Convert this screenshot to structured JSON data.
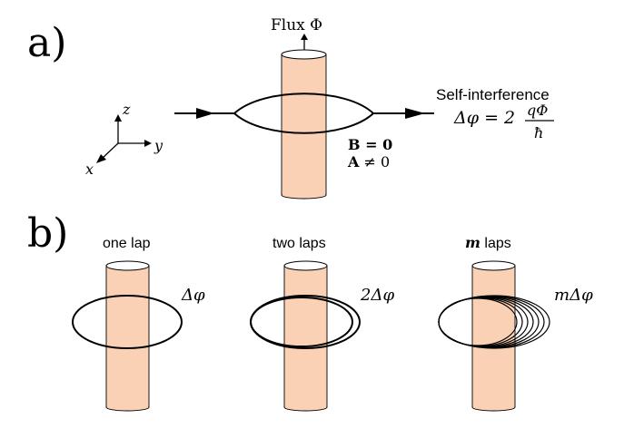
{
  "colors": {
    "cylinder_fill": "#FAD1B4",
    "cylinder_stroke": "#000000",
    "cap_fill": "#ffffff",
    "path_stroke": "#000000",
    "background": "#ffffff"
  },
  "panel_a": {
    "label": "a)",
    "flux_label": "Flux Φ",
    "self_interference_title": "Self-interference",
    "phase_lhs": "Δφ = 2",
    "phase_numerator": "qΦ",
    "phase_denominator": "ħ",
    "b_field": "B = 0",
    "a_field_bold": "A",
    "a_field_rest": " ≠ 0",
    "axes": {
      "z": "z",
      "y": "y",
      "x": "x"
    }
  },
  "panel_b": {
    "label": "b)",
    "items": [
      {
        "title": "one lap",
        "phase": "Δφ",
        "title_bold_prefix": ""
      },
      {
        "title": "two laps",
        "phase": "2Δφ",
        "title_bold_prefix": ""
      },
      {
        "title": " laps",
        "phase": "mΔφ",
        "title_bold_prefix": "m"
      }
    ]
  }
}
